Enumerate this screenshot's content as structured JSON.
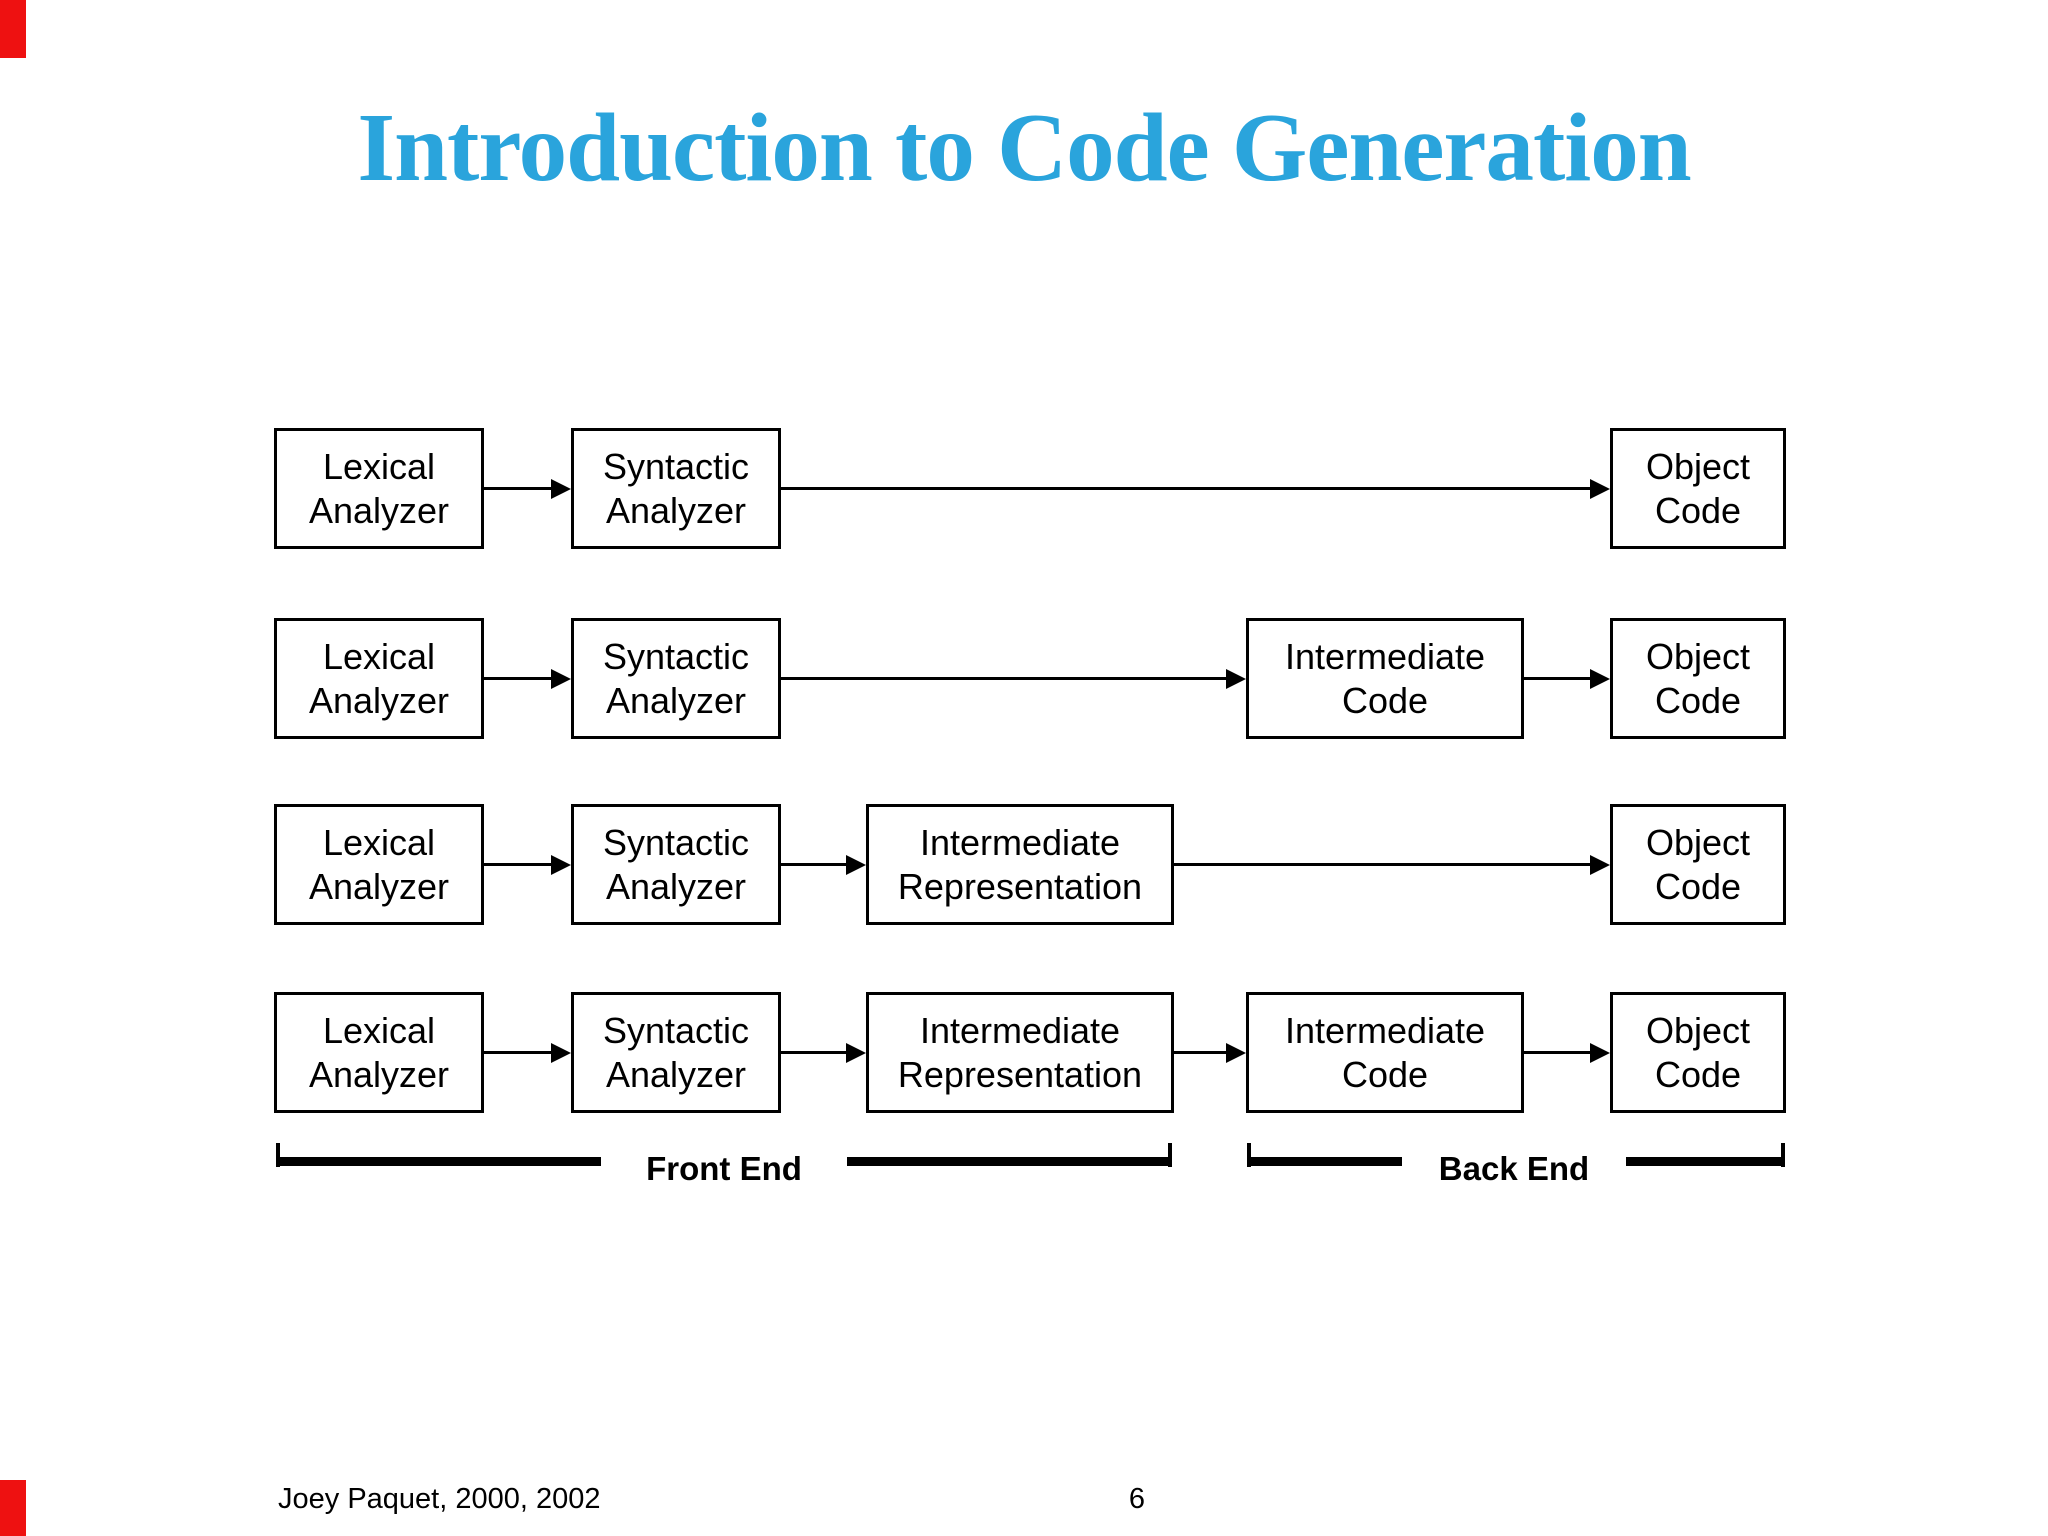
{
  "slide": {
    "title": {
      "text": "Introduction to Code Generation",
      "color": "#2AA4DC"
    },
    "footer": {
      "author": "Joey Paquet, 2000, 2002",
      "page_number": "6"
    },
    "edge_marks": {
      "color": "#EE1111"
    }
  },
  "diagram": {
    "rows": [
      {
        "name": "row-1",
        "nodes": [
          {
            "id": "lexical",
            "label": "Lexical\nAnalyzer"
          },
          {
            "id": "syntactic",
            "label": "Syntactic\nAnalyzer"
          },
          {
            "id": "object",
            "label": "Object\nCode"
          }
        ]
      },
      {
        "name": "row-2",
        "nodes": [
          {
            "id": "lexical",
            "label": "Lexical\nAnalyzer"
          },
          {
            "id": "syntactic",
            "label": "Syntactic\nAnalyzer"
          },
          {
            "id": "ic",
            "label": "Intermediate\nCode"
          },
          {
            "id": "object",
            "label": "Object\nCode"
          }
        ]
      },
      {
        "name": "row-3",
        "nodes": [
          {
            "id": "lexical",
            "label": "Lexical\nAnalyzer"
          },
          {
            "id": "syntactic",
            "label": "Syntactic\nAnalyzer"
          },
          {
            "id": "ir",
            "label": "Intermediate\nRepresentation"
          },
          {
            "id": "object",
            "label": "Object\nCode"
          }
        ]
      },
      {
        "name": "row-4",
        "nodes": [
          {
            "id": "lexical",
            "label": "Lexical\nAnalyzer"
          },
          {
            "id": "syntactic",
            "label": "Syntactic\nAnalyzer"
          },
          {
            "id": "ir",
            "label": "Intermediate\nRepresentation"
          },
          {
            "id": "ic",
            "label": "Intermediate\nCode"
          },
          {
            "id": "object",
            "label": "Object\nCode"
          }
        ]
      }
    ],
    "brackets": [
      {
        "label": "Front End"
      },
      {
        "label": "Back End"
      }
    ]
  }
}
